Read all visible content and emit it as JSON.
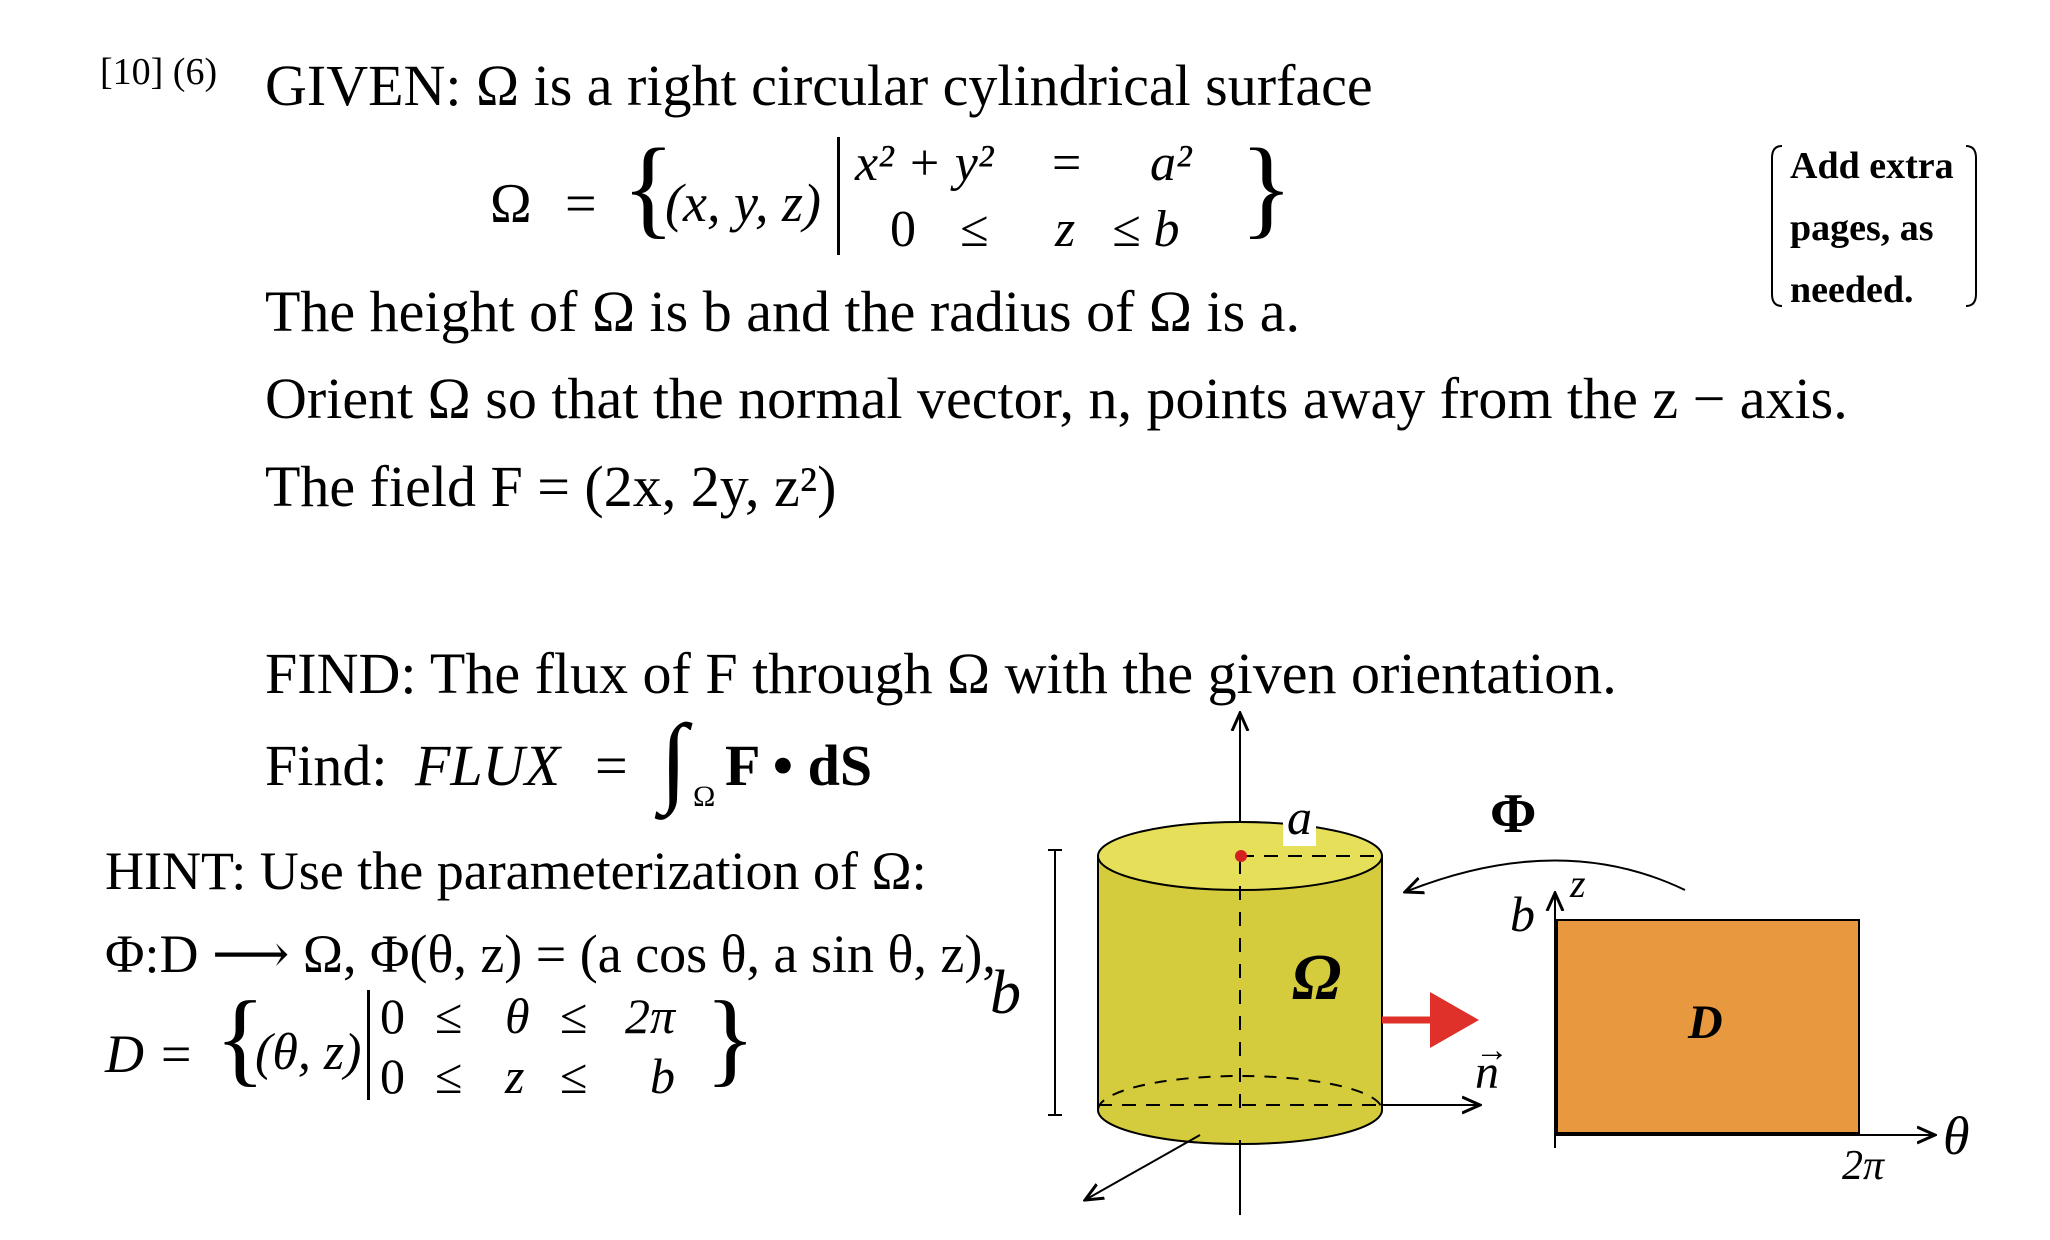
{
  "header": {
    "number": "[10] (6)"
  },
  "given": {
    "label": "GIVEN:",
    "line1_rest": "Ω is a right circular cylindrical surface",
    "set_lhs": "Ω",
    "set_eq": "=",
    "set_element": "(x, y, z)",
    "cond1_lhs": "x² + y²",
    "cond1_op": "=",
    "cond1_rhs": "a²",
    "cond2_left": "0",
    "cond2_op1": "≤",
    "cond2_mid": "z",
    "cond2_op2": "≤ b",
    "height_line": "The height of Ω is b and the radius of Ω is a.",
    "orient_line": "Orient Ω so that the normal vector, n, points away from the z − axis.",
    "field_line": "The field F = (2x, 2y, z²)"
  },
  "note": {
    "line1": "Add extra",
    "line2": "pages, as",
    "line3": "needed."
  },
  "find": {
    "line": "FIND: The flux of F through Ω with the given orientation.",
    "formula_prefix": "Find:",
    "formula_name": "FLUX",
    "formula_eq": "=",
    "integral_sub": "Ω",
    "integrand": "F • dS"
  },
  "hint": {
    "line1": "HINT: Use the parameterization of Ω:",
    "line2": "Φ:D ⟶ Ω, Φ(θ, z) = (a cos θ, a sin θ, z),",
    "domain_lhs": "D =",
    "domain_element": "(θ, z)",
    "row1": [
      "0",
      "≤",
      "θ",
      "≤",
      "2π"
    ],
    "row2": [
      "0",
      "≤",
      "z",
      "≤",
      "b"
    ]
  },
  "diagram": {
    "label_a": "a",
    "label_b_left": "b",
    "label_omega": "Ω",
    "label_phi": "Φ",
    "label_n": "n",
    "label_b_axis": "b",
    "label_z": "z",
    "label_D": "D",
    "label_2pi": "2π",
    "label_theta": "θ",
    "colors": {
      "cylinder": "#d4cc3c",
      "cylinder_top": "#e6df5a",
      "rect": "#e8983e",
      "normal_arrow": "#e0302a",
      "point": "#d42020"
    }
  }
}
